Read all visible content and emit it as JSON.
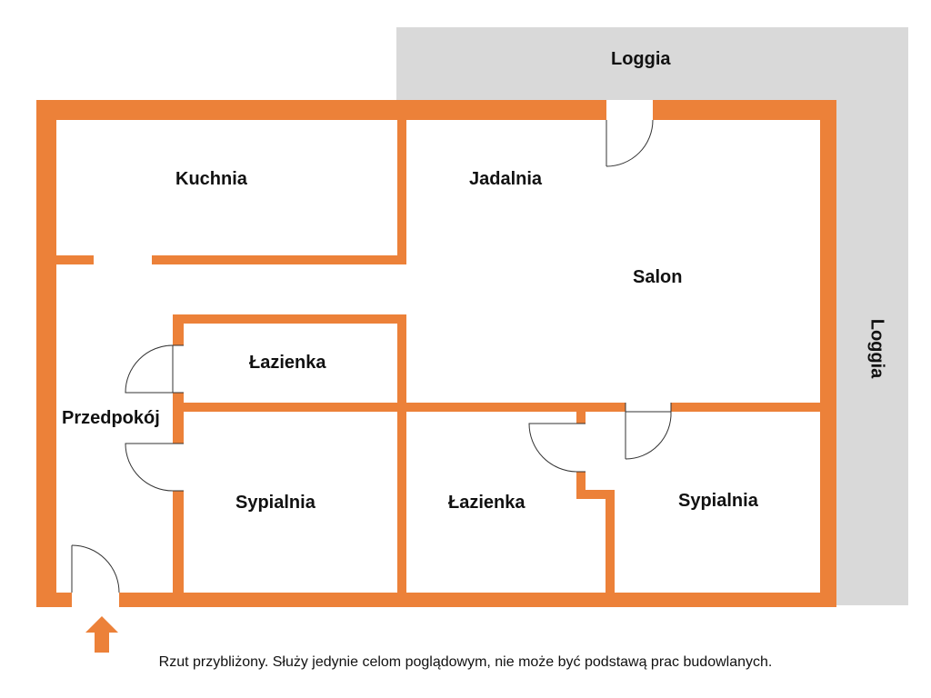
{
  "rooms": {
    "kitchen": "Kuchnia",
    "dining": "Jadalnia",
    "living": "Salon",
    "bathroom_1": "Łazienka",
    "hallway": "Przedpokój",
    "bedroom_1": "Sypialnia",
    "bathroom_2": "Łazienka",
    "bedroom_2": "Sypialnia"
  },
  "loggia": {
    "top": "Loggia",
    "right": "Loggia"
  },
  "entrance": {
    "icon": "up-arrow-icon"
  },
  "disclaimer": "Rzut przybliżony. Służy jedynie celom poglądowym, nie może być podstawą prac budowlanych.",
  "colors": {
    "wall": "#ec8139",
    "loggia": "#d9d9d9",
    "background": "#ffffff"
  }
}
